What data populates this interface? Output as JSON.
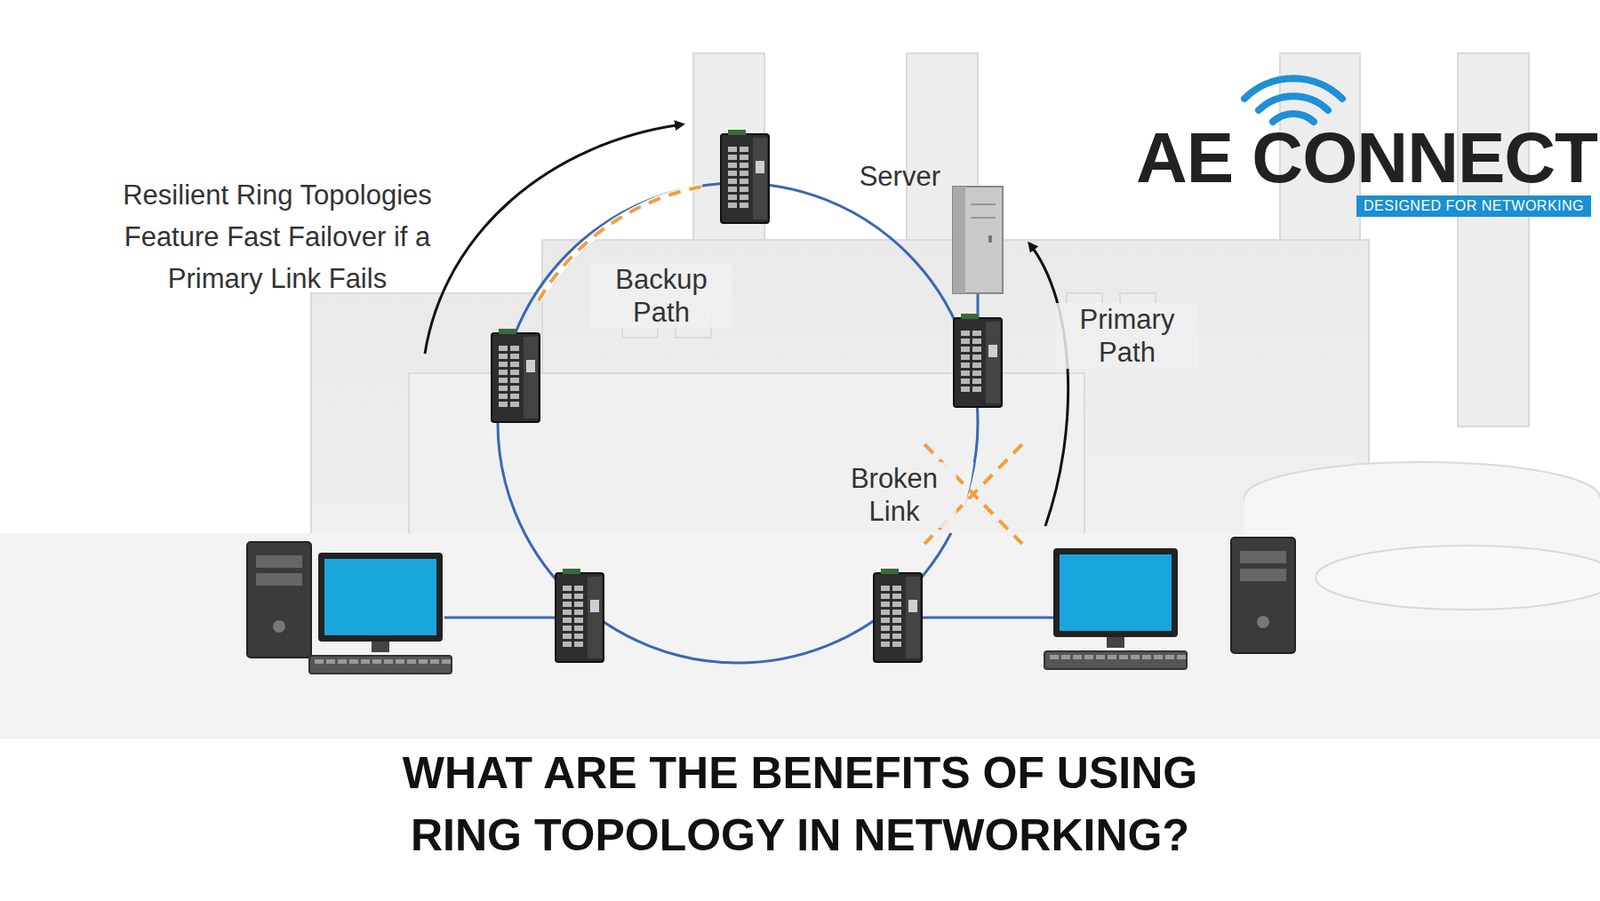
{
  "diagram": {
    "title": "WHAT ARE THE BENEFITS OF USING RING TOPOLOGY IN NETWORKING?",
    "nodes": [
      {
        "text": [
          "Server"
        ]
      },
      {
        "text": [
          "DESIGNED FOR NETWORKING"
        ]
      }
    ],
    "labels": [
      "Resilient Ring Topologies Feature Fast Failover if a Primary Link Fails",
      "Backup Path",
      "Primary Path",
      "Broken Link",
      "AE CONNECT",
      "®"
    ]
  }
}
